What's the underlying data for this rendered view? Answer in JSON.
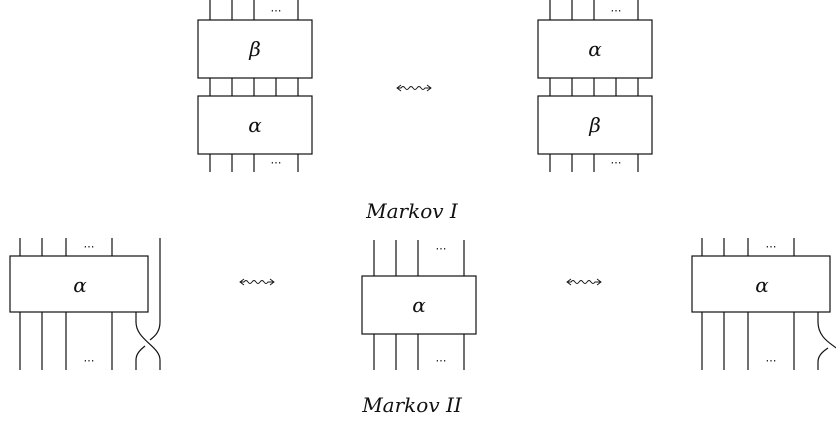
{
  "symbols": {
    "alpha": "α",
    "beta": "β",
    "dots": "⋯"
  },
  "captions": {
    "markov_1": "Markov I",
    "markov_2": "Markov II"
  }
}
